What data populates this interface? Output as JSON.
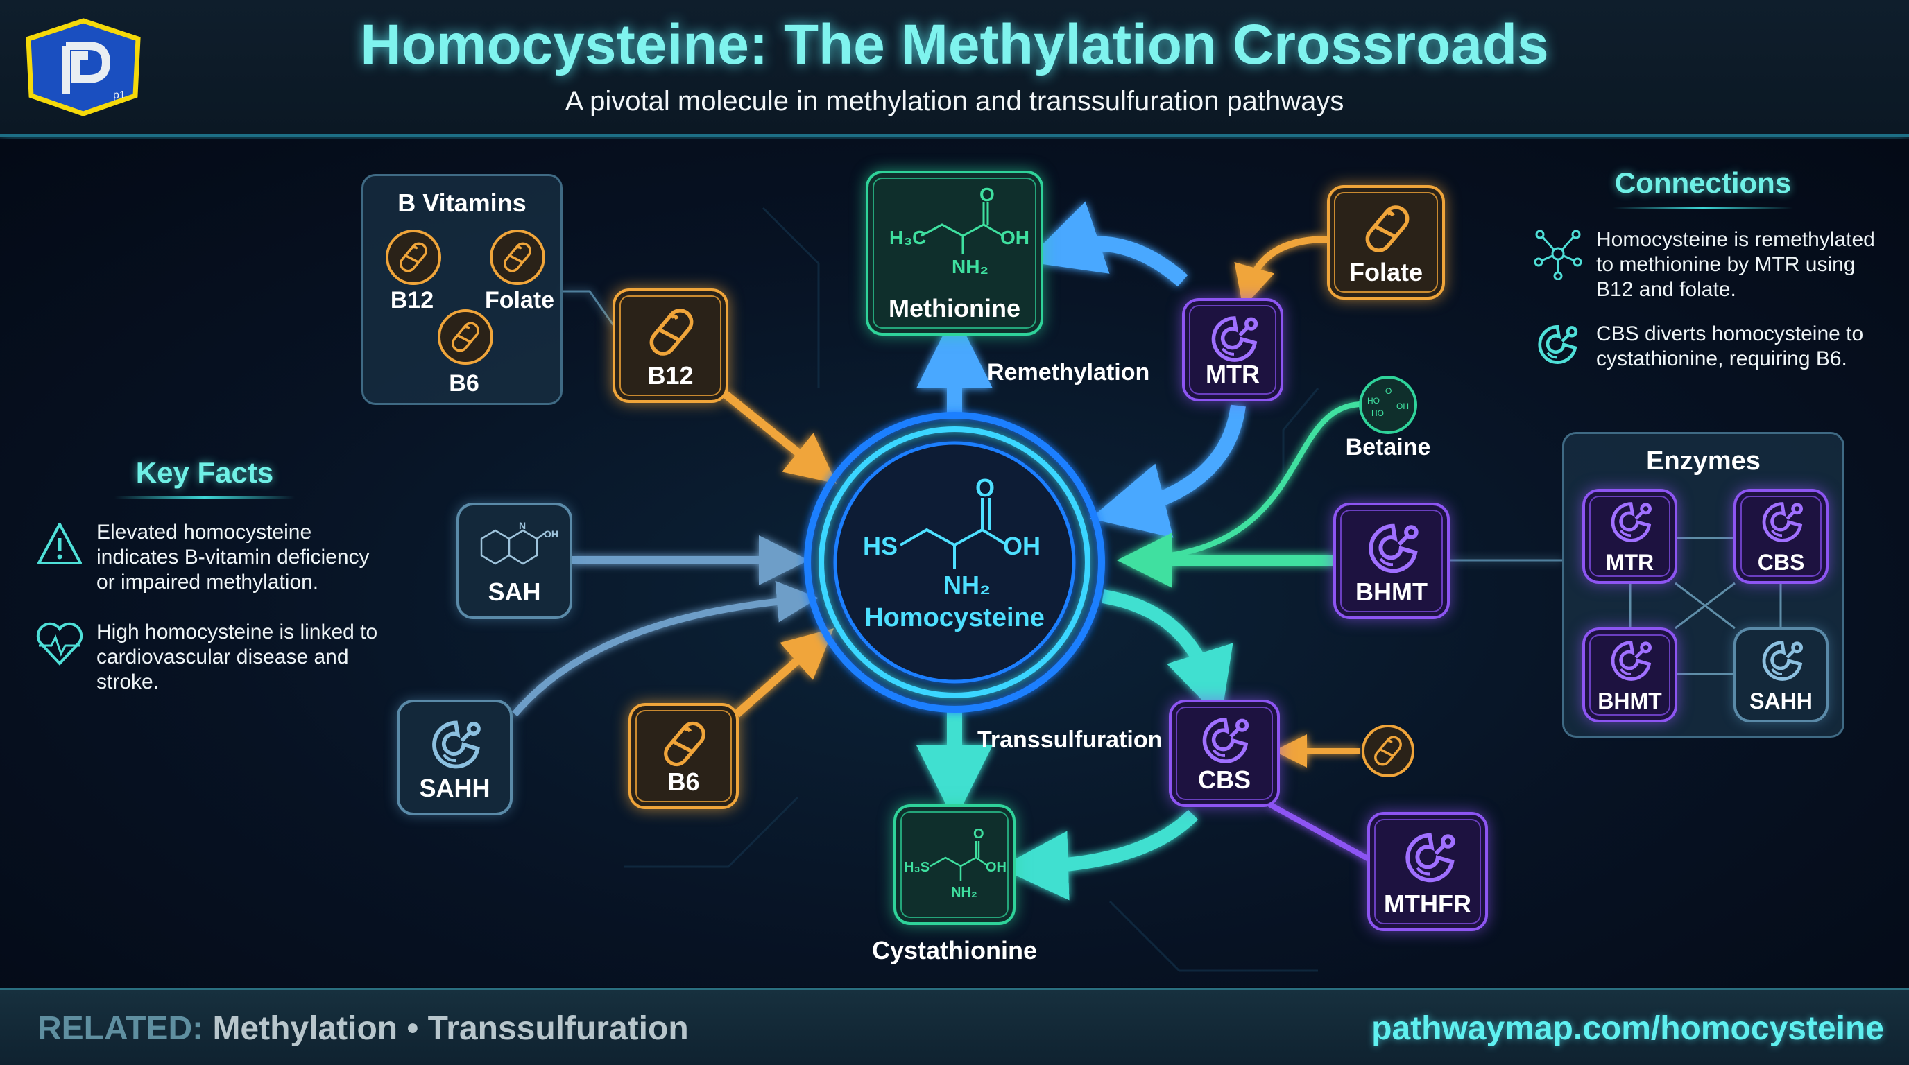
{
  "header": {
    "title": "Homocysteine: The Methylation Crossroads",
    "subtitle": "A pivotal molecule in methylation and transsulfuration pathways",
    "logo_letter": "P",
    "logo_tag": "p1"
  },
  "colors": {
    "accent": "#7ff3ee",
    "vitamin": "#f0a53a",
    "enzyme": "#8d55f2",
    "metabolite": "#2fd39a",
    "core": "#3aa0ff"
  },
  "b_vitamins": {
    "title": "B Vitamins",
    "items": [
      "B12",
      "Folate",
      "B6"
    ]
  },
  "nodes": {
    "b12": "B12",
    "b6": "B6",
    "folate": "Folate",
    "methionine": {
      "label": "Methionine",
      "atoms": {
        "h3c": "H₃C",
        "o": "O",
        "oh": "OH",
        "nh2": "NH₂"
      }
    },
    "homocysteine": {
      "label": "Homocysteine",
      "atoms": {
        "hs": "HS",
        "o": "O",
        "oh": "OH",
        "nh2": "NH₂"
      }
    },
    "cystathionine": {
      "label": "Cystathionine",
      "atoms": {
        "h3s": "H₃S",
        "o": "O",
        "oh": "OH",
        "nh2": "NH₂"
      }
    },
    "betaine": {
      "label": "Betaine",
      "atoms": {
        "ho1": "HO",
        "o": "O",
        "oh": "OH",
        "ho2": "HO"
      }
    },
    "sah": {
      "label": "SAH",
      "atoms": {
        "n": "N",
        "oh": "OH"
      }
    },
    "mtr": "MTR",
    "bhmt": "BHMT",
    "cbs": "CBS",
    "sahh": "SAHH",
    "mthfr": "MTHFR"
  },
  "pathways": {
    "remethylation": "Remethylation",
    "transsulfuration": "Transsulfuration"
  },
  "key_facts": {
    "title": "Key Facts",
    "items": [
      {
        "icon": "warning-icon",
        "text": "Elevated homocysteine indicates B-vitamin deficiency or impaired methylation."
      },
      {
        "icon": "heart-pulse-icon",
        "text": "High homocysteine is linked to cardiovascular disease and stroke."
      }
    ]
  },
  "connections": {
    "title": "Connections",
    "items": [
      {
        "icon": "network-icon",
        "text": "Homocysteine is remethylated to methionine by MTR using B12 and folate."
      },
      {
        "icon": "enzyme-icon",
        "text": "CBS diverts homocysteine to cystathionine, requiring B6."
      }
    ]
  },
  "enzymes": {
    "title": "Enzymes",
    "items": [
      "MTR",
      "CBS",
      "BHMT",
      "SAHH"
    ]
  },
  "footer": {
    "related_label": "RELATED:",
    "related": "Methylation • Transsulfuration",
    "url": "pathwaymap.com/homocysteine"
  }
}
